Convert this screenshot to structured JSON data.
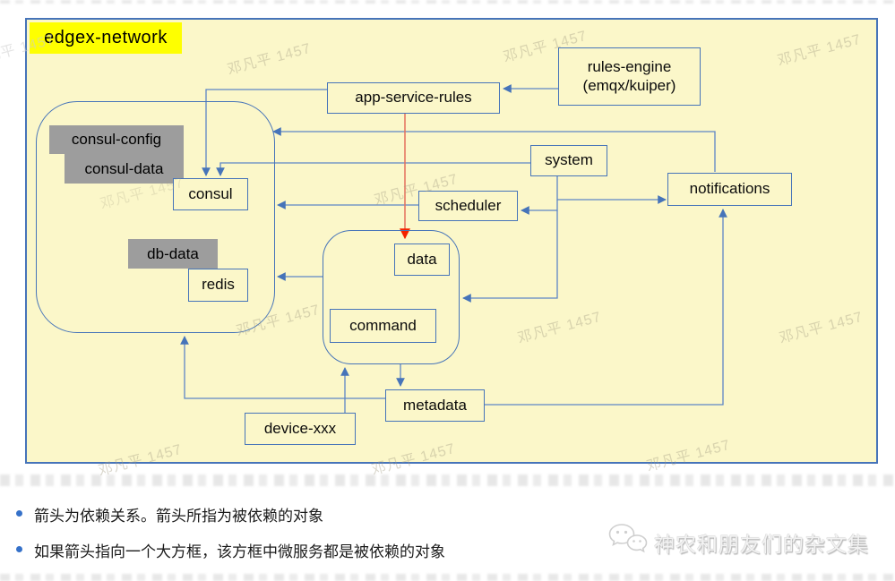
{
  "watermark": {
    "text": "邓凡平 1457"
  },
  "diagram": {
    "network_label": "edgex-network",
    "nodes": {
      "app_service_rules": "app-service-rules",
      "rules_engine_line1": "rules-engine",
      "rules_engine_line2": "(emqx/kuiper)",
      "system": "system",
      "notifications": "notifications",
      "scheduler": "scheduler",
      "consul": "consul",
      "redis": "redis",
      "data": "data",
      "command": "command",
      "metadata": "metadata",
      "device_xxx": "device-xxx",
      "consul_config": "consul-config",
      "consul_data": "consul-data",
      "db_data": "db-data"
    },
    "edges": [
      {
        "from": "rules-engine",
        "to": "app-service-rules",
        "color": "blue"
      },
      {
        "from": "app-service-rules",
        "to": "consul",
        "color": "blue"
      },
      {
        "from": "app-service-rules",
        "to": "data",
        "color": "red"
      },
      {
        "from": "notifications",
        "to": "consul-group",
        "color": "blue"
      },
      {
        "from": "system",
        "to": "consul",
        "color": "blue"
      },
      {
        "from": "system",
        "to": "notifications",
        "color": "blue"
      },
      {
        "from": "system",
        "to": "scheduler",
        "color": "blue"
      },
      {
        "from": "system",
        "to": "data-command-group",
        "color": "blue"
      },
      {
        "from": "scheduler",
        "to": "consul-group",
        "color": "blue"
      },
      {
        "from": "data-command-group",
        "to": "consul-group",
        "color": "blue"
      },
      {
        "from": "data-command-group",
        "to": "metadata",
        "color": "blue"
      },
      {
        "from": "metadata",
        "to": "consul-group",
        "color": "blue"
      },
      {
        "from": "device-xxx",
        "to": "data-command-group",
        "color": "blue"
      },
      {
        "from": "metadata",
        "to": "notifications",
        "color": "blue"
      }
    ],
    "colors": {
      "canvas_yellow": "#fbf7c9",
      "border_blue": "#4674b9",
      "line_blue": "#5c85c6",
      "label_gray": "#9d9d9d",
      "highlight_yellow": "#feff00",
      "line_red": "#e4705e",
      "arrow_red": "#f42200"
    }
  },
  "legend": {
    "bullets": [
      "箭头为依赖关系。箭头所指为被依赖的对象",
      "如果箭头指向一个大方框，该方框中微服务都是被依赖的对象"
    ]
  },
  "footer": {
    "brand": "神农和朋友们的杂文集"
  }
}
